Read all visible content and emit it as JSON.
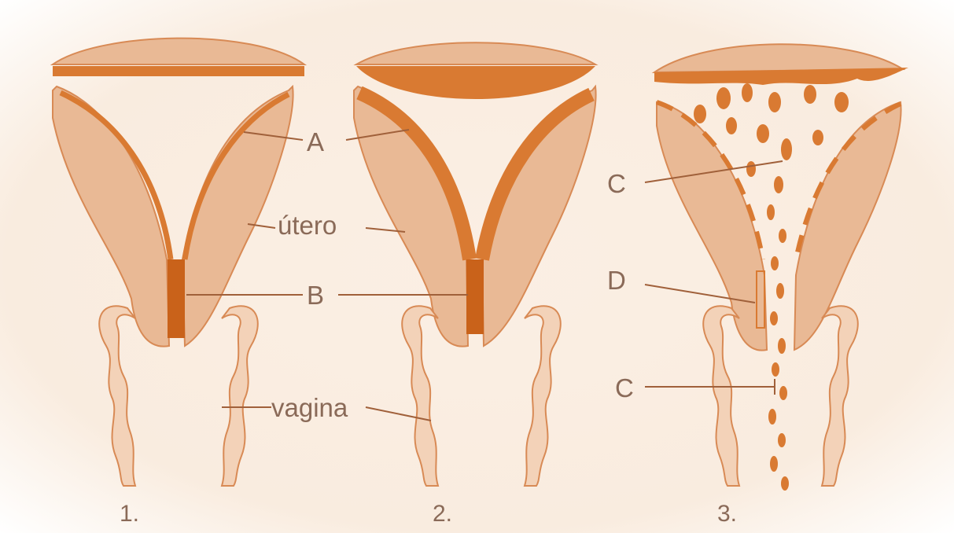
{
  "colors": {
    "tissue": "#e9b995",
    "tissue_light": "#f5d8c2",
    "lining": "#d97a32",
    "lining_dark": "#c9621a",
    "outline": "#d88a55",
    "vagina_fill": "#f3d2b8",
    "label": "#8a6a58",
    "leader": "#a0603a"
  },
  "labels": {
    "A": "A",
    "utero": "útero",
    "B": "B",
    "vagina": "vagina",
    "C1": "C",
    "D": "D",
    "C2": "C"
  },
  "panels": [
    {
      "number": "1."
    },
    {
      "number": "2."
    },
    {
      "number": "3."
    }
  ]
}
